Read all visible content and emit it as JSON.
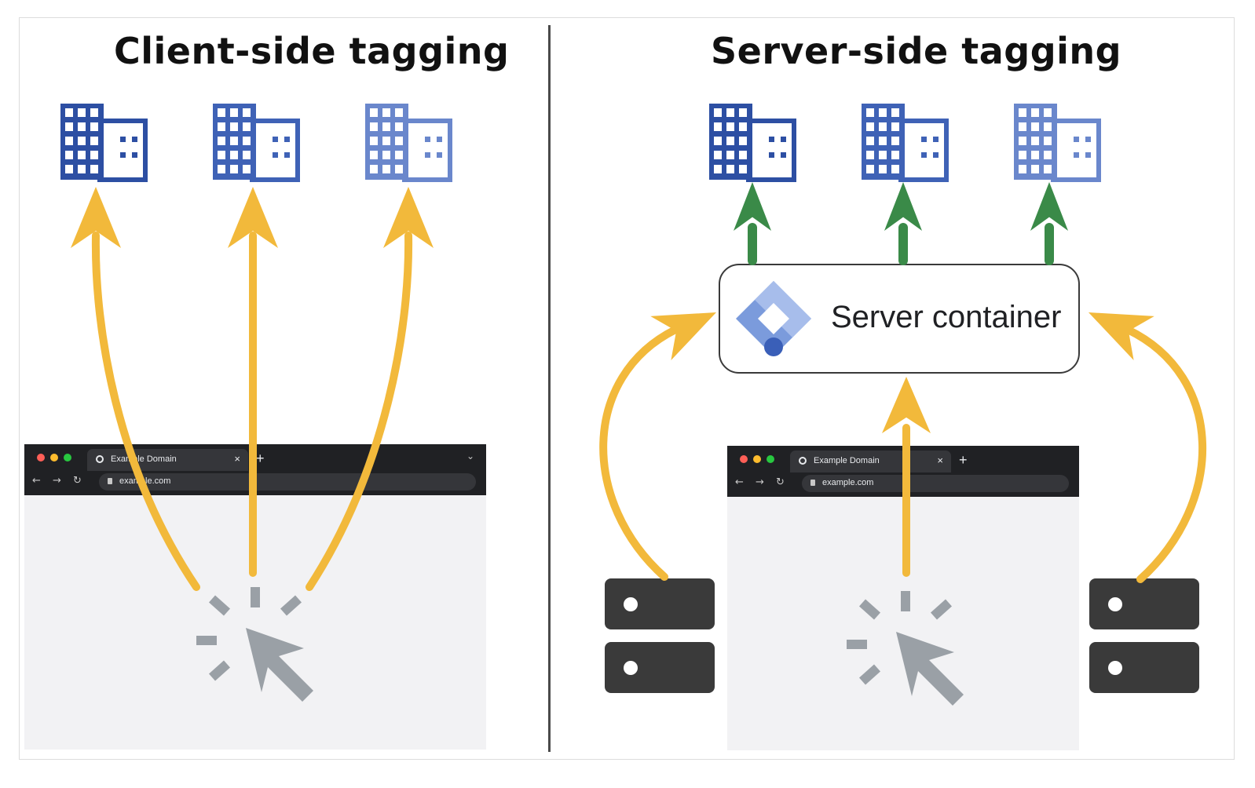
{
  "left_panel": {
    "title": "Client-side tagging"
  },
  "right_panel": {
    "title": "Server-side tagging",
    "server_container_label": "Server container"
  },
  "browser_left": {
    "tab_title": "Example Domain",
    "url": "example.com",
    "tab_close": "×",
    "new_tab": "+"
  },
  "browser_right": {
    "tab_title": "Example Domain",
    "url": "example.com",
    "tab_close": "×",
    "new_tab": "+"
  },
  "nav_glyphs": {
    "back": "←",
    "forward": "→",
    "reload": "↻"
  },
  "colors": {
    "building_dark": "#2d4fa3",
    "building_mid": "#3f62b6",
    "building_light": "#6a87cc",
    "arrow_yellow": "#f2b93b",
    "arrow_green": "#3a8a48",
    "cursor_gray": "#9aa0a6",
    "browser_chrome": "#202124",
    "server_rack": "#3a3a3a"
  },
  "icons": [
    "building-icon",
    "tag-manager-icon",
    "click-cursor-icon",
    "server-rack-icon"
  ]
}
